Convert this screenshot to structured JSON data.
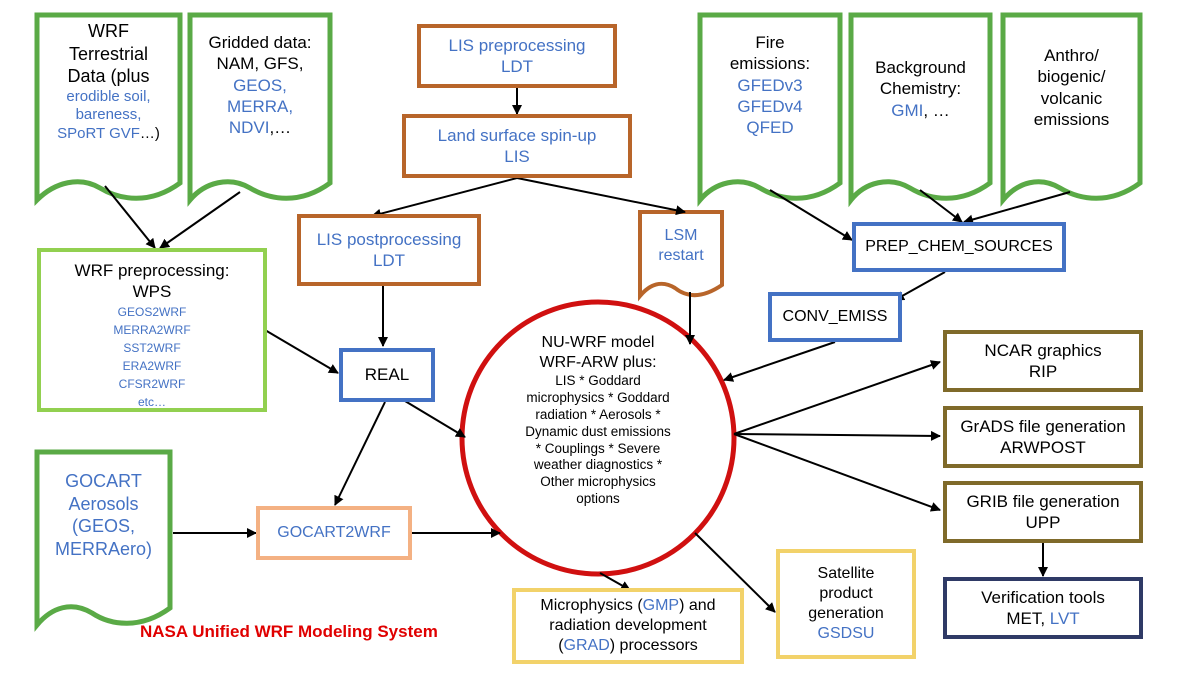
{
  "title": "NASA Unified WRF Modeling System",
  "colors": {
    "green": "#5aaa46",
    "light_green": "#92d050",
    "brown": "#b8652a",
    "blue": "#4472c4",
    "red": "#d01010",
    "peach": "#f4b183",
    "yellow": "#f2d26a",
    "olive": "#7f6a2a",
    "navy": "#2f3a66"
  },
  "inputs": {
    "terrestrial": {
      "l1": "WRF",
      "l2": "Terrestrial",
      "l3": "Data (plus",
      "l4": "erodible soil,",
      "l5": "bareness,",
      "l6": "SPoRT GVF",
      "l6b": "…)"
    },
    "gridded": {
      "l1": "Gridded data:",
      "l2": "NAM, GFS,",
      "l3": "GEOS,",
      "l4": "MERRA,",
      "l5": "NDVI",
      "l5b": ",…"
    },
    "fire": {
      "l1": "Fire",
      "l2": "emissions:",
      "l3": "GFEDv3",
      "l4": "GFEDv4",
      "l5": "QFED"
    },
    "background": {
      "l1": "Background",
      "l2": "Chemistry:",
      "l3": "GMI",
      "l3b": ", …"
    },
    "anthro": {
      "l1": "Anthro/",
      "l2": "biogenic/",
      "l3": "volcanic",
      "l4": "emissions"
    },
    "gocart": {
      "l1": "GOCART",
      "l2": "Aerosols",
      "l3": "(GEOS,",
      "l4": "MERRAero)"
    },
    "lsm_restart": {
      "l1": "LSM",
      "l2": "restart"
    }
  },
  "processes": {
    "lis_pre": {
      "l1": "LIS preprocessing",
      "l2": "LDT"
    },
    "spinup": {
      "l1": "Land surface spin-up",
      "l2": "LIS"
    },
    "lis_post": {
      "l1": "LIS postprocessing",
      "l2": "LDT"
    },
    "wps": {
      "l1": "WRF preprocessing:",
      "l2": "WPS",
      "items": [
        "GEOS2WRF",
        "MERRA2WRF",
        "SST2WRF",
        "ERA2WRF",
        "CFSR2WRF",
        "etc…"
      ]
    },
    "real": {
      "l1": "REAL"
    },
    "prep_chem": {
      "l1": "PREP_CHEM_SOURCES"
    },
    "conv_emiss": {
      "l1": "CONV_EMISS"
    },
    "gocart2wrf": {
      "l1": "GOCART2WRF"
    }
  },
  "model": {
    "l1": "NU-WRF model",
    "l2": "WRF-ARW plus:",
    "l3": "LIS * Goddard",
    "l4": "microphysics * Goddard",
    "l5": "radiation * Aerosols *",
    "l6": "Dynamic dust emissions",
    "l7": "* Couplings * Severe",
    "l8": "weather diagnostics *",
    "l9": "Other microphysics",
    "l10": "options"
  },
  "outputs": {
    "ncar": {
      "l1": "NCAR graphics",
      "l2": "RIP"
    },
    "grads": {
      "l1": "GrADS file generation",
      "l2": "ARWPOST"
    },
    "grib": {
      "l1": "GRIB file generation",
      "l2": "UPP"
    },
    "verification": {
      "l1": "Verification tools",
      "l2": "MET, ",
      "l2b": "LVT"
    },
    "microphysics": {
      "l1a": "Microphysics (",
      "l1b": "GMP",
      "l1c": ") and",
      "l2": "radiation development",
      "l3a": "(",
      "l3b": "GRAD",
      "l3c": ") processors"
    },
    "satellite": {
      "l1": "Satellite",
      "l2": "product",
      "l3": "generation",
      "l4": "GSDSU"
    }
  }
}
